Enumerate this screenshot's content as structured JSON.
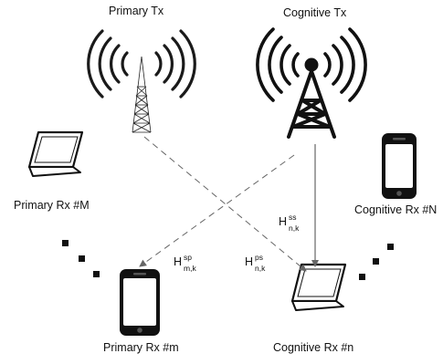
{
  "labels": {
    "primary_tx": "Primary Tx",
    "cognitive_tx": "Cognitive Tx",
    "primary_rx_M": "Primary Rx #M",
    "cognitive_rx_N": "Cognitive Rx #N",
    "primary_rx_m": "Primary Rx #m",
    "cognitive_rx_n": "Cognitive Rx #n"
  },
  "channels": {
    "h_ss": {
      "symbol": "H",
      "sup": "ss",
      "sub": "n,k"
    },
    "h_sp": {
      "symbol": "H",
      "sup": "sp",
      "sub": "m,k"
    },
    "h_ps": {
      "symbol": "H",
      "sup": "ps",
      "sub": "n,k"
    }
  },
  "icons": [
    "primary-tower-icon",
    "cognitive-tower-icon",
    "laptop-icon",
    "smartphone-icon",
    "ellipsis-dots-icon"
  ],
  "colors": {
    "ink": "#111111",
    "arrow": "#666666",
    "screen": "#ffffff"
  }
}
